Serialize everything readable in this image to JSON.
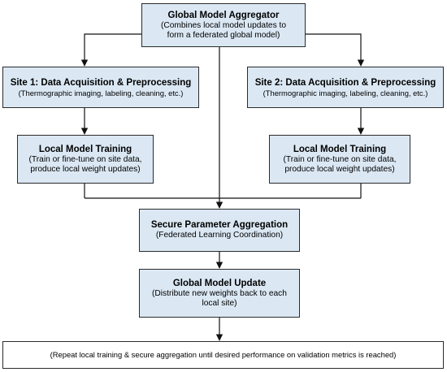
{
  "nodes": {
    "aggregator": {
      "title": "Global Model Aggregator",
      "desc1": "(Combines local model updates to",
      "desc2": "form a federated global model)"
    },
    "site1": {
      "title": "Site 1: Data Acquisition & Preprocessing",
      "desc": "(Thermographic imaging, labeling, cleaning, etc.)"
    },
    "site2": {
      "title": "Site 2: Data Acquisition & Preprocessing",
      "desc": "(Thermographic imaging, labeling, cleaning, etc.)"
    },
    "train1": {
      "title": "Local Model Training",
      "desc1": "(Train or fine-tune on site data,",
      "desc2": "produce local weight updates)"
    },
    "train2": {
      "title": "Local Model Training",
      "desc1": "(Train or fine-tune on site data,",
      "desc2": "produce local weight updates)"
    },
    "secure": {
      "title": "Secure Parameter Aggregation",
      "desc": "(Federated Learning Coordination)"
    },
    "update": {
      "title": "Global Model Update",
      "desc1": "(Distribute new weights back to each",
      "desc2": "local site)"
    },
    "repeat": {
      "desc": "(Repeat local training & secure aggregation until desired performance on validation metrics is reached)"
    }
  },
  "colors": {
    "box_fill": "#dbe8f4",
    "border": "#2b2b2b",
    "line": "#111111"
  }
}
